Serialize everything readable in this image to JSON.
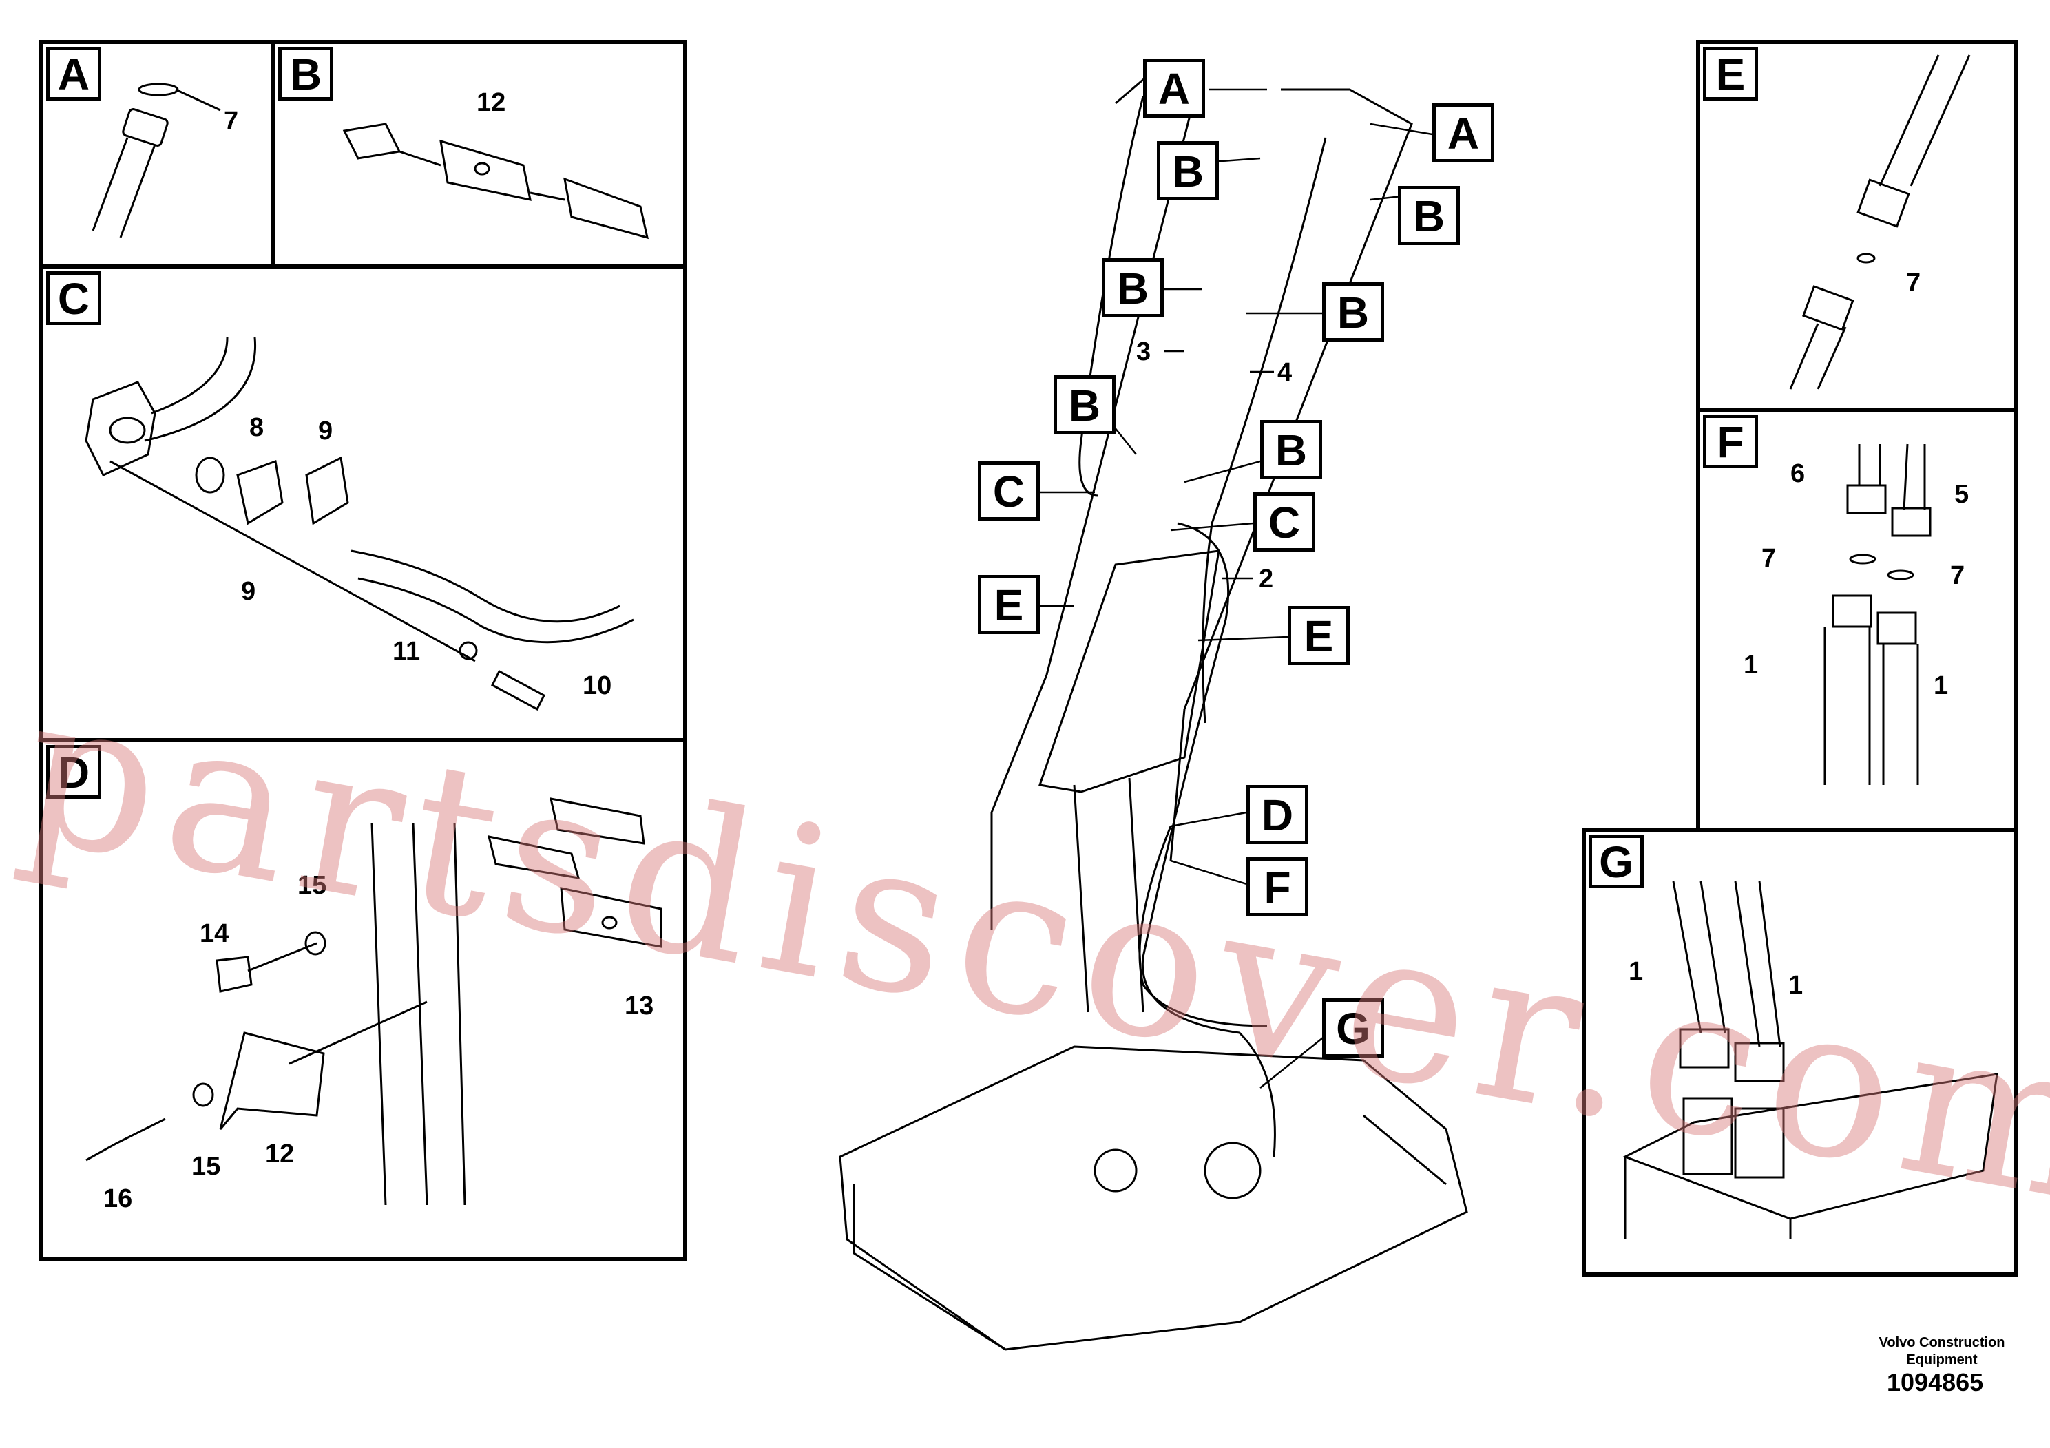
{
  "panels": {
    "A": {
      "tag": "A",
      "labels": [
        "7"
      ]
    },
    "B": {
      "tag": "B",
      "labels": [
        "12"
      ]
    },
    "C": {
      "tag": "C",
      "labels": [
        "8",
        "9",
        "9",
        "11",
        "10"
      ]
    },
    "D": {
      "tag": "D",
      "labels": [
        "15",
        "14",
        "13",
        "12",
        "15",
        "16"
      ]
    },
    "E": {
      "tag": "E",
      "labels": [
        "7"
      ]
    },
    "F": {
      "tag": "F",
      "labels": [
        "6",
        "5",
        "7",
        "7",
        "1",
        "1"
      ]
    },
    "G": {
      "tag": "G",
      "labels": [
        "1",
        "1"
      ]
    }
  },
  "callouts": [
    "A",
    "A",
    "B",
    "B",
    "B",
    "B",
    "B",
    "B",
    "B",
    "C",
    "C",
    "E",
    "E",
    "D",
    "F",
    "G"
  ],
  "main_labels": [
    "3",
    "4",
    "2"
  ],
  "footer": {
    "brand": "Volvo Construction Equipment",
    "doc_number": "1094865"
  },
  "watermark": "partsdiscover.com"
}
